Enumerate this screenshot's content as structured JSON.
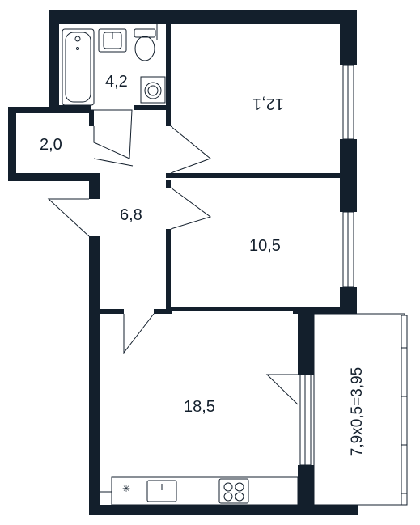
{
  "colors": {
    "wall": "#131f2c",
    "background": "#ffffff"
  },
  "rooms": {
    "bathroom": "4,2",
    "bedroom_top": "12,1",
    "storage": "2,0",
    "hall": "6,8",
    "bedroom_middle": "10,5",
    "living_kitchen": "18,5",
    "balcony": "7,9x0,5=3,95"
  },
  "fixtures": {
    "hood": "✳"
  }
}
